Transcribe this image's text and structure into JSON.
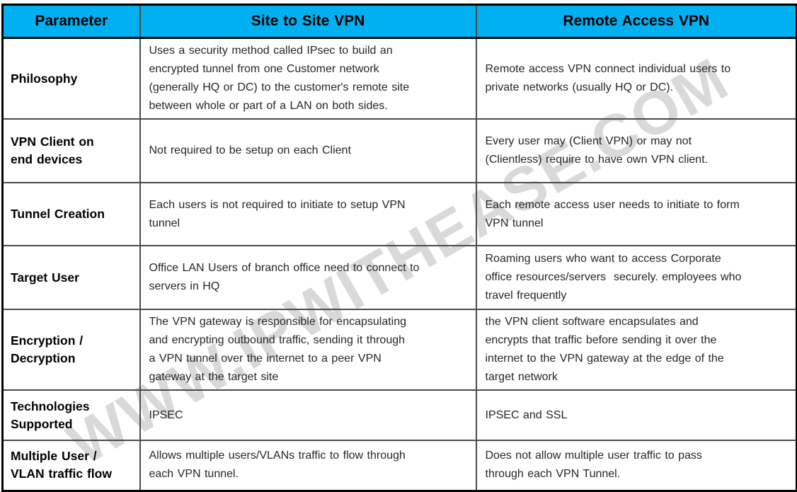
{
  "watermark": {
    "text": "WWW.IPWITHEASE.COM"
  },
  "colors": {
    "header_bg": "#00B0F0",
    "inner_border": "#4a4a4a",
    "outer_border": "#000000",
    "header_text": "#000000",
    "body_text": "#262626",
    "watermark_gray": "#d9d9d9"
  },
  "table": {
    "headers": {
      "parameter": "Parameter",
      "site_to_site": "Site to Site VPN",
      "remote_access": "Remote Access VPN"
    },
    "rows": [
      {
        "parameter": "Philosophy",
        "site_to_site": "Uses a security method called IPsec to build an\nencrypted tunnel from one Customer network\n(generally HQ or DC) to the customer's remote site\nbetween whole or part of a LAN on both sides.",
        "remote_access": "Remote access VPN connect individual users to\nprivate networks (usually HQ or DC)."
      },
      {
        "parameter": "VPN Client on\nend devices",
        "site_to_site": "Not required to be setup on each Client",
        "remote_access": "Every user may (Client VPN) or may not\n(Clientless) require to have own VPN client."
      },
      {
        "parameter": "Tunnel Creation",
        "site_to_site": "Each users is not required to initiate to setup VPN\ntunnel",
        "remote_access": "Each remote access user needs to initiate to form\nVPN tunnel"
      },
      {
        "parameter": "Target User",
        "site_to_site": "Office LAN Users of branch office need to connect to\nservers in HQ",
        "remote_access": "Roaming users who want to access Corporate\noffice resources/servers  securely. employees who\ntravel frequently"
      },
      {
        "parameter": "Encryption /\nDecryption",
        "site_to_site": "The VPN gateway is responsible for encapsulating\nand encrypting outbound traffic, sending it through\na VPN tunnel over the internet to a peer VPN\ngateway at the target site",
        "remote_access": "the VPN client software encapsulates and\nencrypts that traffic before sending it over the\ninternet to the VPN gateway at the edge of the\ntarget network"
      },
      {
        "parameter": "Technologies\nSupported",
        "site_to_site": "IPSEC",
        "remote_access": "IPSEC and SSL"
      },
      {
        "parameter": "Multiple User /\nVLAN traffic flow",
        "site_to_site": "Allows multiple users/VLANs traffic to flow through\neach VPN tunnel.",
        "remote_access": "Does not allow multiple user traffic to pass\nthrough each VPN Tunnel."
      }
    ]
  }
}
